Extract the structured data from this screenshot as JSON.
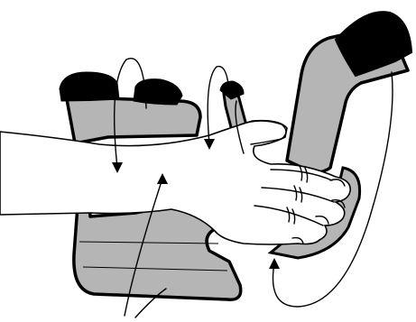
{
  "figure": {
    "colors": {
      "splint_fill": "#b5b5b5",
      "pad_fill": "#000000",
      "skin_fill": "#ffffff",
      "outline": "#000000",
      "background": "#ffffff"
    },
    "elements": [
      {
        "name": "splint-base",
        "icon": "splint-base-shape"
      },
      {
        "name": "finger-support-arm",
        "icon": "splint-arm-shape"
      },
      {
        "name": "thumb-post",
        "icon": "thumb-post-shape"
      },
      {
        "name": "forearm-strap-pads",
        "icon": "black-pads"
      },
      {
        "name": "hand-illustration",
        "icon": "open-hand"
      },
      {
        "name": "rotation-arrows",
        "icon": "curved-arrows",
        "count": 5
      }
    ]
  }
}
